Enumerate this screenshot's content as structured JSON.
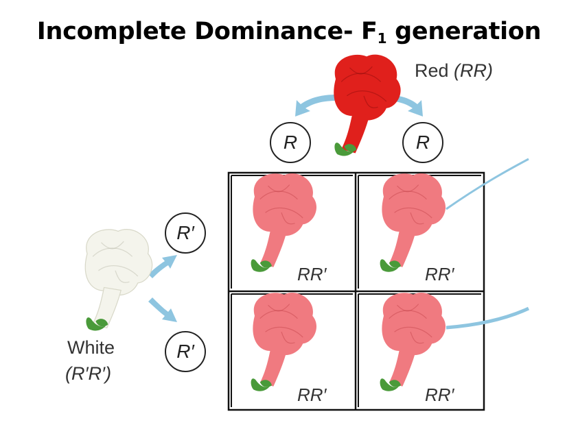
{
  "title": {
    "main": "Incomplete Dominance- F",
    "subscript": "1",
    "suffix": " generation"
  },
  "parents": {
    "red_name": "Red",
    "red_genotype": "(RR)",
    "white_name": "White",
    "white_genotype": "(R′R′)"
  },
  "gametes": {
    "top": [
      "R",
      "R"
    ],
    "left": [
      "R′",
      "R′"
    ]
  },
  "punnett": {
    "cells": [
      "RR′",
      "RR′",
      "RR′",
      "RR′"
    ]
  },
  "colors": {
    "red_flower": "#e0201c",
    "pink_flower": "#f07a80",
    "white_flower": "#f4f4ec",
    "leaf": "#4a9a3a",
    "arrow": "#8ec5e0"
  },
  "icons": [
    "red-snapdragon-icon",
    "white-snapdragon-icon",
    "pink-snapdragon-icon",
    "arrow-icon"
  ]
}
